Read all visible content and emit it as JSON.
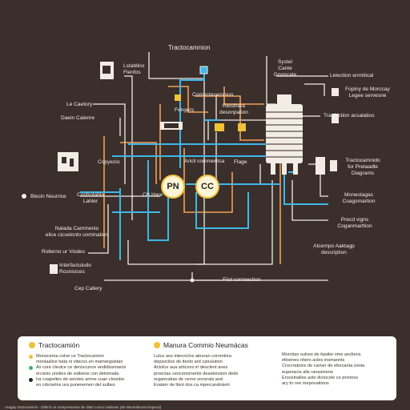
{
  "title": "Tractocamnion",
  "labels": {
    "left_top_box": "Lstablino\nFlenfos",
    "le_caetory": "Le Caetory",
    "daein_calenre": "Daein Calenre",
    "copyezio": "Copyezio",
    "blecin_neurrice": "Blecin Neurrice",
    "controtabla": "Controtabla\nLahler",
    "cb_hare": "CB Hare",
    "nalada": "Nalada Cammenio\nelice cicselonlo unmination",
    "rollerno": "Rollerno ur Viodes",
    "intec": "Interfactuludo\nRconisices",
    "cep_callery": "Cep Callery",
    "fengers": "Fengers",
    "comcentration": "Comoctecamnion",
    "reisthera": "Reisthera\ndesonpation",
    "aricil": "Aricil commentca",
    "flage": "Flage",
    "systel": "Systel\nCante\nGooncate",
    "lelection": "Lelection enmitical",
    "fopiny": "Fopiny de Morccay\nLegee servesne",
    "tracfection": "Tracfection acsalatios",
    "tractocamnido": "Tractocamnido\nfor Pretaadle\nDiagrams",
    "monestagas": "Monestagas\nCoagsmartion",
    "precd": "Precd vigns\nCoganmarttion",
    "atcempo": "Atcempo Aaktagp\ndescription",
    "fiol": "Fiiol conmection"
  },
  "nodes": {
    "pn": "PN",
    "cc": "CC"
  },
  "legend": {
    "col1_title": "Tractocamión",
    "col1_lines": [
      "Monocema colve ce Tractocamion\nmoniaalice bata ni vitecos en mamergsistan",
      "As core cleulce ce deniscunce andidissmanis\nercanis unniles de estbene con detrenaila",
      "Ira coapeltes de serotes arrine cuan clounbe\nen cdvrselos ura punenemen del sulbes"
    ],
    "col2_title": "Manura Commio Neumácas",
    "col2_lines": [
      "Lulcu aos intecnclos aleuran cornmlora\ndepsocilos de itexto ard canulution",
      "Actolce aua articiors iri desclent anes\nproectas cencenomente deaxtension deds",
      "organnatias de cerne oncerals and\nEratam de ltoot dos ca mpercaralotent"
    ],
    "col3_lines": [
      "Morctian sulves de itasike ome ancliens\neltoenes nhers acles insmannts",
      "Crocrrations de carner de efercanta sonia\neuperacia alle ranasinene",
      "Erocelnalles aste dictocele ce prsrinos\nary trr ree mepovatiions"
    ]
  },
  "footer": "Aragay tractocamión - Diferió ce nompresionas de distri conzu ciadoras (de Neumátioosa lmpeca)",
  "colors": {
    "background": "#3a2f2b",
    "wire_blue": "#3fb7e8",
    "wire_orange": "#f0a05a",
    "wire_white": "#f1ebe3",
    "accent_yellow": "#f0c23a",
    "legend_dot1": "#f0c23a",
    "legend_dot2": "#f0c23a",
    "bullet_red": "#e0504a",
    "bullet_green": "#46b36a",
    "bullet_blue": "#3fb7e8",
    "bullet_dark": "#2a2420"
  }
}
